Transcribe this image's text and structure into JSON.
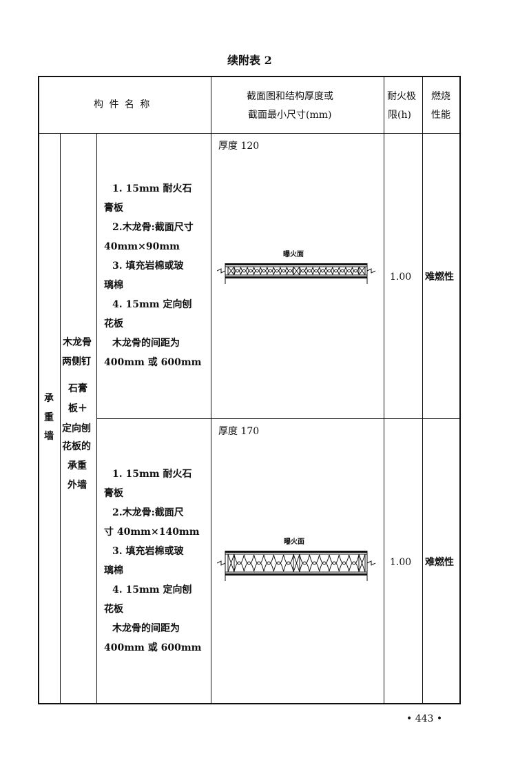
{
  "title": "续附表 2",
  "header": {
    "name": "构 件 名 称",
    "section_line1": "截面图和结构厚度或",
    "section_line2": "截面最小尺寸(mm)",
    "fire_line1": "耐火极",
    "fire_line2": "限(h)",
    "burn_line1": "燃烧",
    "burn_line2": "性能"
  },
  "category": [
    "承",
    "重",
    "墙"
  ],
  "subcategory": [
    "木龙骨",
    "两侧钉",
    "石膏",
    "板＋",
    "定向刨",
    "花板的",
    "承重",
    "外墙"
  ],
  "rows": [
    {
      "thickness": "厚度 120",
      "lines": [
        "1. 15mm 耐火石",
        "膏板",
        "2.木龙骨:截面尺寸",
        "40mm×90mm",
        "3. 填充岩棉或玻",
        "璃棉",
        "4. 15mm 定向刨",
        "花板",
        "木龙骨的间距为",
        "400mm 或 600mm"
      ],
      "fire_face": "曝火面",
      "fire_limit": "1.00",
      "burning": "难燃性"
    },
    {
      "thickness": "厚度 170",
      "lines": [
        "1. 15mm 耐火石",
        "膏板",
        "2.木龙骨:截面尺",
        "寸 40mm×140mm",
        "3. 填充岩棉或玻",
        "璃棉",
        "4. 15mm 定向刨",
        "花板",
        "木龙骨的间距为",
        "400mm 或 600mm"
      ],
      "fire_face": "曝火面",
      "fire_limit": "1.00",
      "burning": "难燃性"
    }
  ],
  "page_number": "• 443 •"
}
